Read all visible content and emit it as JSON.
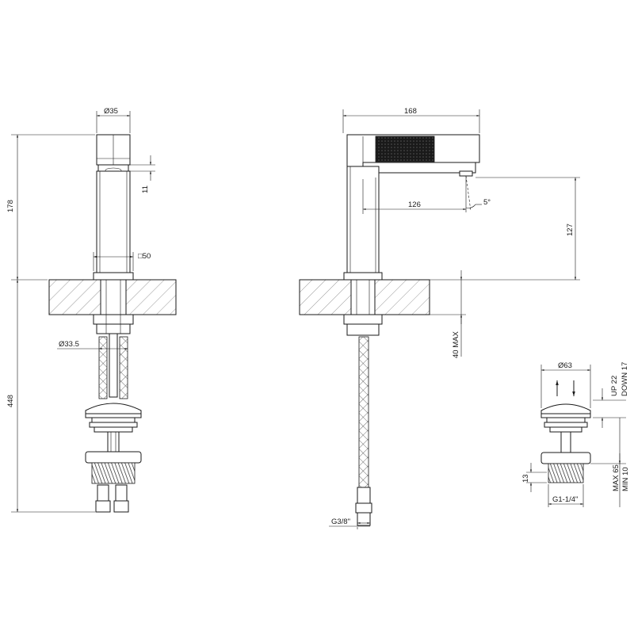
{
  "front_view": {
    "dim_diameter_top": "Ø35",
    "dim_height_body": "178",
    "dim_offset_small": "11",
    "dim_square_base": "□50",
    "dim_diameter_shank": "Ø33.5",
    "dim_total_length": "448"
  },
  "side_view": {
    "dim_total_width": "168",
    "dim_spout_reach": "126",
    "dim_spout_angle": "5°",
    "dim_spout_height": "127",
    "dim_max_thickness": "40 MAX",
    "dim_thread": "G3/8\""
  },
  "drain_detail": {
    "dim_diameter_cap": "Ø63",
    "dim_stroke_up": "UP 22",
    "dim_stroke_down": "DOWN 17",
    "dim_nut_height": "13",
    "dim_thread": "G1-1/4\"",
    "dim_range_max": "MAX 65",
    "dim_range_min": "MIN 10"
  }
}
